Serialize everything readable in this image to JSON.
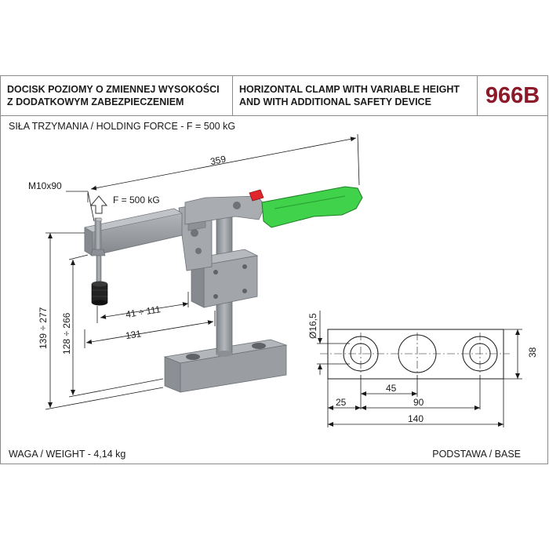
{
  "header": {
    "pl_line1": "DOCISK POZIOMY O ZMIENNEJ WYSOKOŚCI",
    "pl_line2": "Z DODATKOWYM ZABEZPIECZENIEM",
    "en_line1": "HORIZONTAL CLAMP WITH VARIABLE HEIGHT",
    "en_line2": "AND WITH ADDITIONAL SAFETY DEVICE",
    "code": "966B"
  },
  "holding_force": "SIŁA TRZYMANIA / HOLDING FORCE - F = 500 kG",
  "weight": "WAGA / WEIGHT - 4,14 kg",
  "base_label": "PODSTAWA / BASE",
  "dimensions": {
    "overall_length": "359",
    "screw": "M10x90",
    "force_arrow": "F = 500 kG",
    "reach_range": "41 ÷ 111",
    "reach": "131",
    "height_outer": "139 ÷ 277",
    "height_inner": "128 ÷ 266",
    "base_hole_dia": "Ø16,5",
    "base_width": "38",
    "base_pitch_half": "45",
    "base_edge": "25",
    "base_pitch": "90",
    "base_length": "140"
  },
  "colors": {
    "handle": "#3fd24a",
    "safety_button": "#e0262b",
    "metal": "#9a9ea3",
    "code_text": "#8c1a2b"
  }
}
